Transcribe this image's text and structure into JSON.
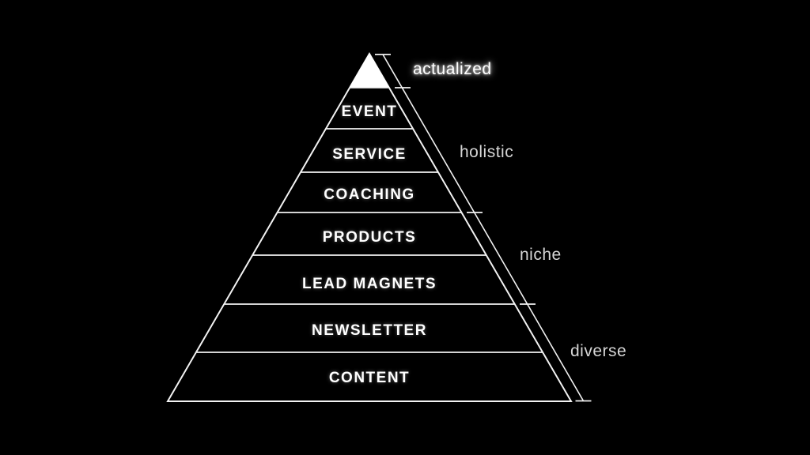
{
  "pyramid": {
    "levels": [
      {
        "label": "EVENT"
      },
      {
        "label": "SERVICE"
      },
      {
        "label": "COACHING"
      },
      {
        "label": "PRODUCTS"
      },
      {
        "label": "LEAD MAGNETS"
      },
      {
        "label": "NEWSLETTER"
      },
      {
        "label": "CONTENT"
      }
    ]
  },
  "scale": {
    "labels": [
      {
        "label": "actualized",
        "glow": true
      },
      {
        "label": "holistic",
        "glow": false
      },
      {
        "label": "niche",
        "glow": false
      },
      {
        "label": "diverse",
        "glow": false
      }
    ]
  },
  "colors": {
    "background": "#000000",
    "line": "#f2f2f2",
    "level_text": "#ffffff",
    "scale_text": "#d6d6d6",
    "apex_fill": "#ffffff"
  }
}
